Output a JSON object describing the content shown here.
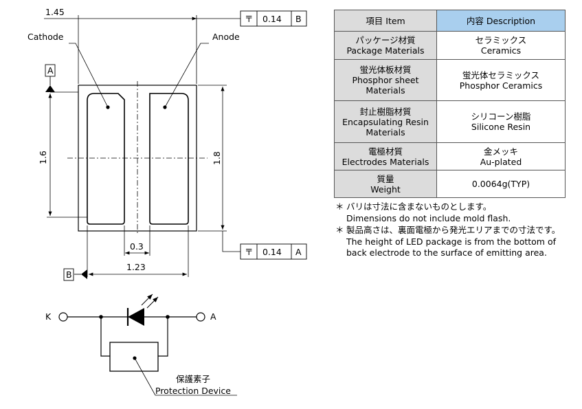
{
  "dimensions": {
    "width_145": "1.45",
    "height_16": "1.6",
    "height_18": "1.8",
    "gap_03": "0.3",
    "width_123": "1.23"
  },
  "tolerance_b": {
    "symbol": "〒",
    "value": "0.14",
    "datum": "B"
  },
  "tolerance_a": {
    "symbol": "〒",
    "value": "0.14",
    "datum": "A"
  },
  "datum_a_label": "A",
  "datum_b_label": "B",
  "cathode_label": "Cathode",
  "anode_label": "Anode",
  "circuit": {
    "k_label": "K",
    "a_label": "A",
    "protection_jp": "保護素子",
    "protection_en": "Protection Device"
  },
  "table": {
    "header_item": "項目 Item",
    "header_desc": "内容 Description",
    "rows": [
      {
        "item": [
          "パッケージ材質",
          "Package Materials"
        ],
        "value": [
          "セラミックス",
          "Ceramics"
        ]
      },
      {
        "item": [
          "蛍光体板材質",
          "Phosphor sheet",
          "Materials"
        ],
        "value": [
          "蛍光体セラミックス",
          "Phosphor Ceramics"
        ]
      },
      {
        "item": [
          "封止樹脂材質",
          "Encapsulating Resin",
          "Materials"
        ],
        "value": [
          "シリコーン樹脂",
          "Silicone Resin"
        ]
      },
      {
        "item": [
          "電極材質",
          "Electrodes Materials"
        ],
        "value": [
          "金メッキ",
          "Au-plated"
        ]
      },
      {
        "item": [
          "質量",
          "Weight"
        ],
        "value": [
          "0.0064g(TYP)"
        ]
      }
    ]
  },
  "notes": [
    {
      "mark": "＊",
      "jp": "バリは寸法に含まないものとします。",
      "en": [
        "Dimensions do not include mold flash."
      ]
    },
    {
      "mark": "＊",
      "jp": "製品高さは、裏面電極から発光エリアまでの寸法です。",
      "en": [
        "The height of LED package is from the bottom of",
        "back electrode to the surface of emitting area."
      ]
    }
  ]
}
